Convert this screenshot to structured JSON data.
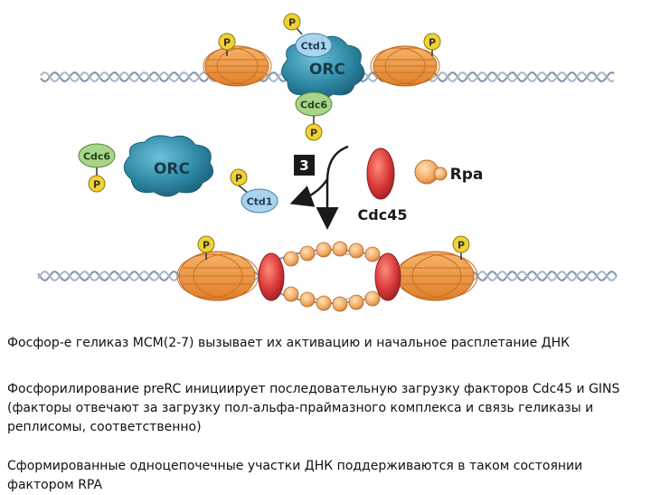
{
  "labels": {
    "orc": "ORC",
    "ctd1": "Ctd1",
    "cdc6": "Cdc6",
    "phosphate": "P",
    "step_number": "3",
    "cdc45": "Cdc45",
    "rpa": "Rpa"
  },
  "colors": {
    "orc": "#2f8aa6",
    "mcm": "#f0953a",
    "cdc45": "#d93a3a",
    "rpa": "#f3a55f",
    "phosphate": "#f2d232",
    "ctd1": "#a9d3ee",
    "cdc6": "#a9d58a",
    "dna": "#7f93ab",
    "step_box": "#1a1a1a"
  },
  "icons": [
    "dna-helix",
    "mcm-helicase",
    "orc-complex",
    "phosphate-group",
    "cdc45-protein",
    "rpa-protein",
    "process-arrow"
  ],
  "captions": [
    "Фосфор-е геликаз MCM(2-7) вызывает их активацию и начальное расплетание ДНК",
    "Фосфорилирование preRC инициирует последовательную загрузку факторов Cdc45 и GINS (факторы отвечают за загрузку пол-альфа-праймазного комплекса и связь геликазы и реплисомы, соответственно)",
    "Сформированные одноцепочечные участки ДНК поддерживаются в таком состоянии фактором RPA"
  ]
}
